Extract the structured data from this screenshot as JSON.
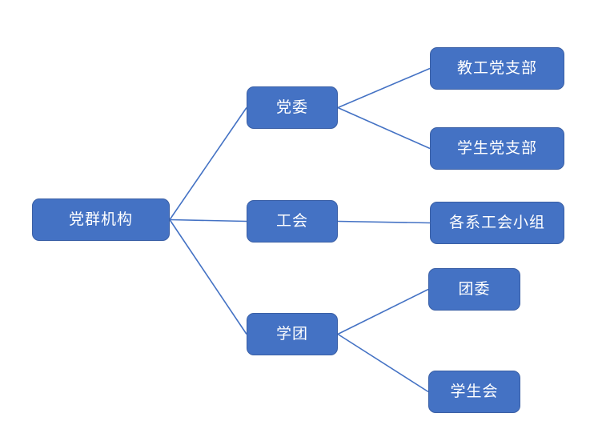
{
  "diagram": {
    "type": "org-tree",
    "orientation": "left-to-right",
    "root": {
      "label": "党群机构"
    },
    "branches": [
      {
        "label": "党委",
        "children": [
          {
            "label": "教工党支部"
          },
          {
            "label": "学生党支部"
          }
        ]
      },
      {
        "label": "工会",
        "children": [
          {
            "label": "各系工会小组"
          }
        ]
      },
      {
        "label": "学团",
        "children": [
          {
            "label": "团委"
          },
          {
            "label": "学生会"
          }
        ]
      }
    ],
    "colors": {
      "node_fill": "#4472C4",
      "node_border": "#3A5FA5",
      "connector": "#4472C4",
      "text": "#FFFFFF",
      "background": "#FFFFFF"
    }
  }
}
